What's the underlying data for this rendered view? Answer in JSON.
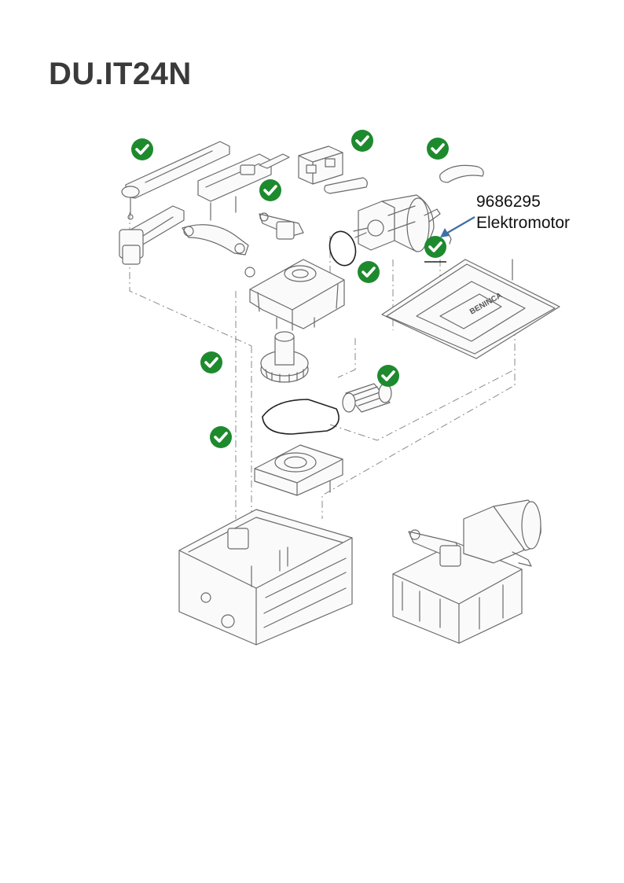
{
  "page": {
    "title": "DU.IT24N"
  },
  "callout": {
    "part_number": "9686295",
    "part_name": "Elektromotor"
  },
  "colors": {
    "check_badge": "#1e8a2e",
    "check_mark": "#ffffff",
    "callout_arrow": "#3f6fa6",
    "drawing_line": "#6a6a6a"
  },
  "drawing": {
    "brand_logo_text": "BENINCA",
    "badge_icon": "check-circle-icon"
  }
}
